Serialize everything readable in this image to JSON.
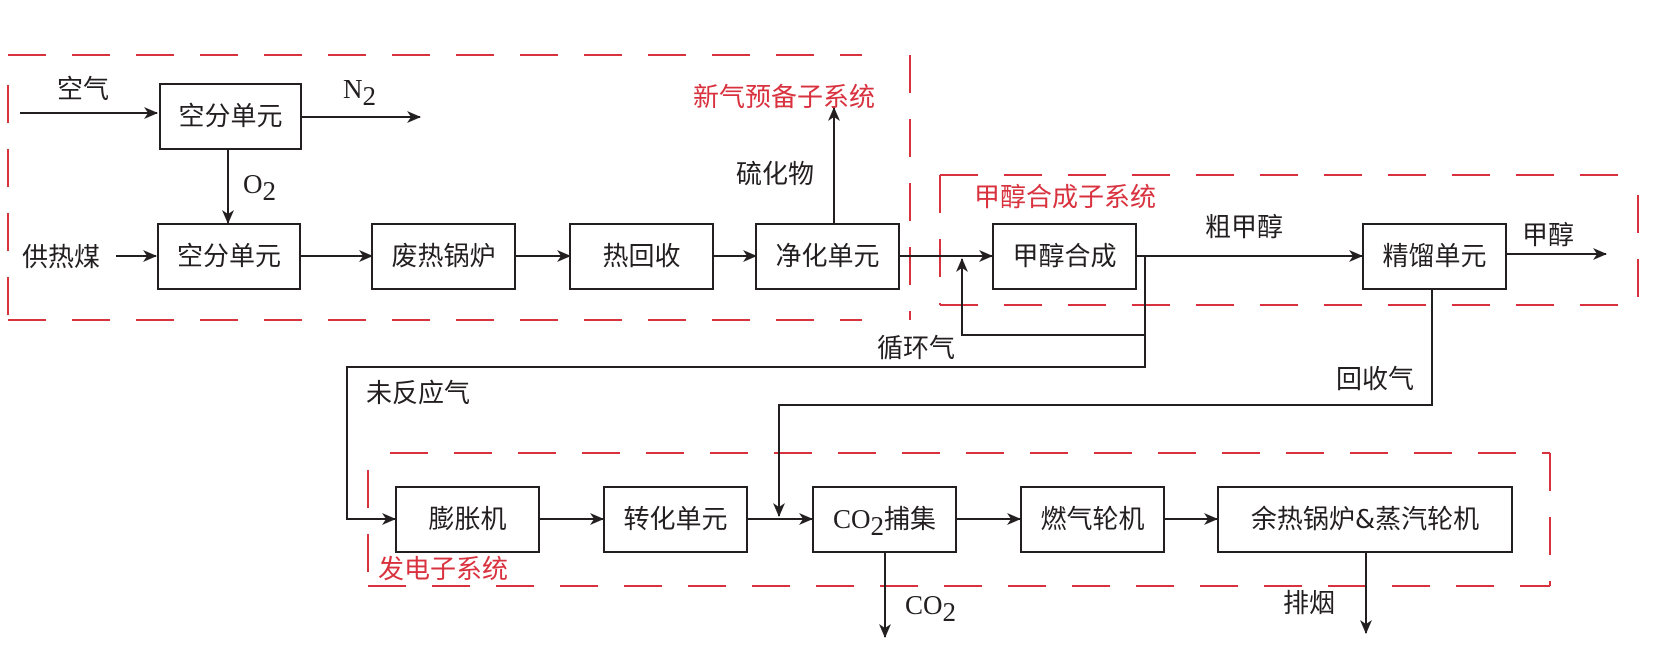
{
  "colors": {
    "line": "#231f20",
    "subsystem": "#d9323f"
  },
  "subsystems": {
    "fresh_gas": "新气预备子系统",
    "methanol_synthesis": "甲醇合成子系统",
    "power_generation": "发电子系统"
  },
  "units": {
    "asu_top": "空分单元",
    "asu_bottom": "空分单元",
    "waste_heat_boiler": "废热锅炉",
    "heat_recovery": "热回收",
    "purification": "净化单元",
    "methanol_synthesis": "甲醇合成",
    "distillation": "精馏单元",
    "expander": "膨胀机",
    "conversion": "转化单元",
    "co2_capture_prefix": "CO",
    "co2_capture_sub": "2",
    "co2_capture_suffix": "捕集",
    "gas_turbine": "燃气轮机",
    "hrsg_steam_turbine": "余热锅炉&蒸汽轮机"
  },
  "streams": {
    "air": "空气",
    "n2_main": "N",
    "n2_sub": "2",
    "o2_main": "O",
    "o2_sub": "2",
    "heating_coal": "供热煤",
    "sulfide": "硫化物",
    "crude_methanol": "粗甲醇",
    "methanol": "甲醇",
    "recycle_gas": "循环气",
    "unreacted_gas": "未反应气",
    "recovered_gas": "回收气",
    "co2_main": "CO",
    "co2_sub": "2",
    "flue_gas": "排烟"
  }
}
